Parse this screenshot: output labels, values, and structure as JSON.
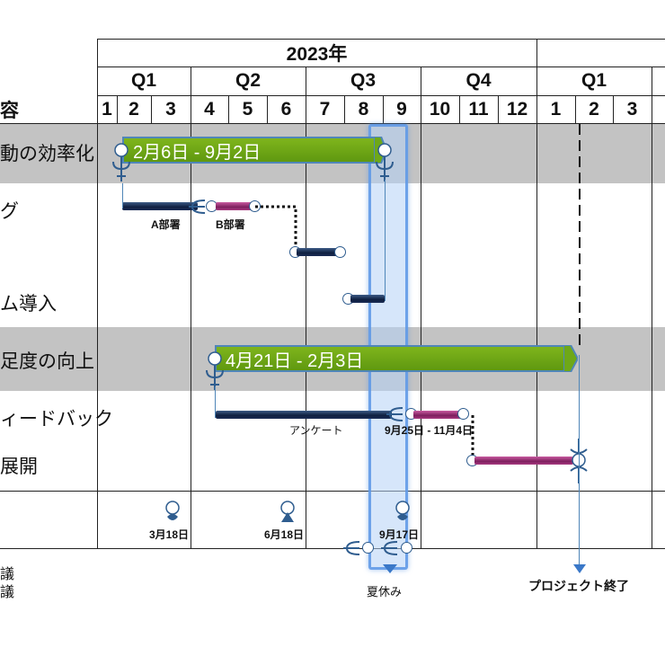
{
  "header": {
    "year": "2023年",
    "quarters": [
      "Q1",
      "Q2",
      "Q3",
      "Q4",
      "Q1"
    ],
    "months": [
      "1",
      "2",
      "3",
      "4",
      "5",
      "6",
      "7",
      "8",
      "9",
      "10",
      "11",
      "12",
      "1",
      "2",
      "3"
    ],
    "col_header_fragment": "容"
  },
  "rows": {
    "group1_label": "動の効率化",
    "task_a_label": "グ",
    "task_c_label": "ム導入",
    "group2_label": "足度の向上",
    "task_d_label": "ィードバック",
    "task_e_label": "展開"
  },
  "bars": {
    "group1_summary": "2月6日 - 9月2日",
    "group2_summary": "4月21日 - 2月3日",
    "a_dept": "A部署",
    "b_dept": "B部署",
    "survey": "アンケート",
    "range_label": "9月25日 - 11月4日"
  },
  "milestones": {
    "m1": "3月18日",
    "m2": "6月18日",
    "m3": "9月17日"
  },
  "footer": {
    "left_fragment_1": "議",
    "left_fragment_2": "議",
    "summer": "夏休み",
    "project_end": "プロジェクト終了"
  },
  "colors": {
    "summary_green": "#6ea818",
    "band_gray": "#c3c3c3",
    "bar_navy": "#1c2d55",
    "bar_magenta": "#a83a80",
    "highlight_blue": "#5a96e6"
  }
}
